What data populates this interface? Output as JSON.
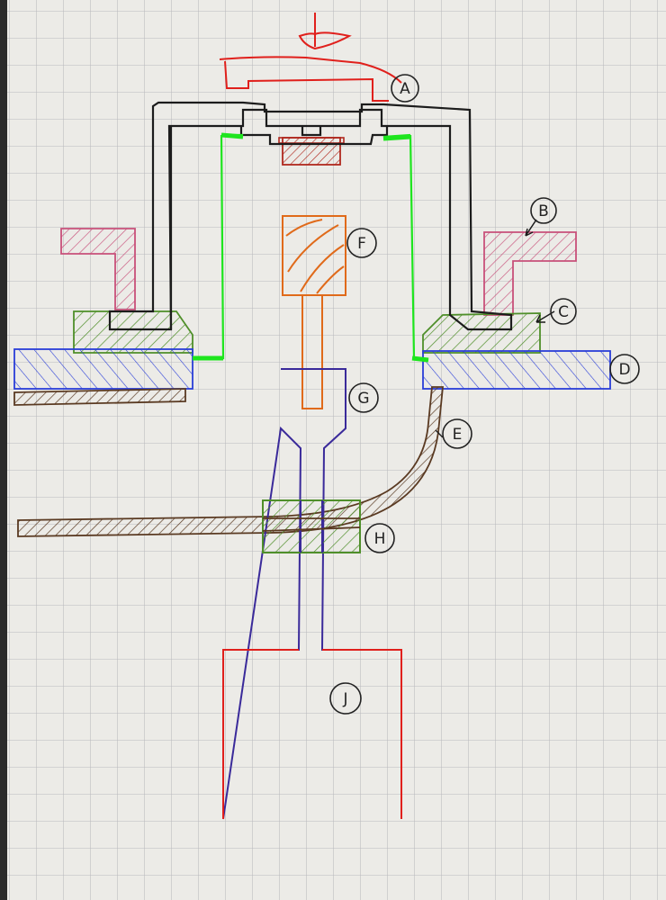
{
  "labels": {
    "A": "A",
    "B": "B",
    "C": "C",
    "D": "D",
    "E": "E",
    "F": "F",
    "G": "G",
    "H": "H",
    "J": "J"
  },
  "colors": {
    "paper": "#ecebe7",
    "grid": "#b9b9bc",
    "red": "#e0201c",
    "black": "#1c1c1c",
    "bright_green": "#1ee51e",
    "olive_green": "#4f8f2a",
    "brown": "#5a3a22",
    "orange": "#e06a1a",
    "pink": "#c8507a",
    "blue": "#2a3ed8",
    "purple": "#3a2a9a"
  }
}
